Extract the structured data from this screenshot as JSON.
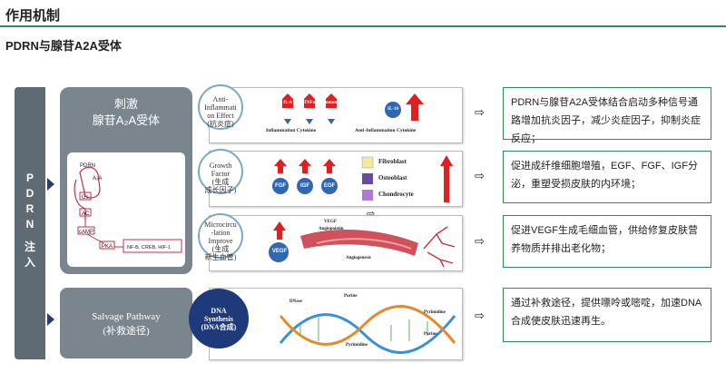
{
  "header": {
    "title": "作用机制",
    "subtitle": "PDRN与腺苷A2A受体"
  },
  "left_bar": {
    "label": "PDRN 注入",
    "chars": [
      "P",
      "D",
      "R",
      "N",
      "",
      "注",
      "入"
    ]
  },
  "receptor": {
    "title_line1": "刺激",
    "title_line2": "腺苷A₂A受体",
    "diagram": {
      "pdrn": "PDRN",
      "a2a": "A₂A",
      "gs": "Gs",
      "ac": "AC",
      "camp": "cAMP",
      "pka": "PKA",
      "factors": "NF-B, CREB, HIF-1"
    }
  },
  "salvage": {
    "line1": "Salvage Pathway",
    "line2": "(补救途径)"
  },
  "rows": {
    "anti": {
      "circle": [
        "Anti-",
        "Inflammati",
        "on Effect",
        "(抗炎症)"
      ],
      "cytokines": [
        "IL-6",
        "TNFα",
        "mmm"
      ],
      "il10": "IL-10",
      "label_left": "Inflammation Cytokine",
      "label_right": "Anti-Inflammation Cytokine"
    },
    "growth": {
      "circle": [
        "Growth",
        "Factor",
        "(生成",
        "成长因子)"
      ],
      "factors": [
        "FGF",
        "IGF",
        "EGF"
      ],
      "cells": [
        "Fibroblast",
        "Osteoblast",
        "Chondrocyte"
      ]
    },
    "micro": {
      "circle": [
        "Microcircu",
        "-lation",
        "Improve",
        "(生成",
        "新生血管)"
      ],
      "vegf": "VEGF",
      "labels": [
        "VEGF",
        "Angiopoietin",
        "Angiogenesis"
      ]
    },
    "dna": {
      "circle": [
        "DNA",
        "Synthesis",
        "(DNA合成)"
      ],
      "labels": [
        "DNase",
        "Purine",
        "Pyrimidine",
        "Pyrimidine",
        "Purine"
      ]
    }
  },
  "descriptions": [
    "PDRN与腺苷A2A受体结合启动多种信号通路增加抗炎因子，减少炎症因子，抑制炎症反应；",
    "促进成纤维细胞增殖，EGF、FGF、IGF分泌，重塑受损皮肤的内环境；",
    "促进VEGF生成毛细血管，供给修复皮肤营养物质并排出老化物；",
    "通过补救途径，提供嘌呤或嘧啶，加速DNA合成使皮肤迅速再生。"
  ],
  "arrow_glyph": "⇨",
  "colors": {
    "accent": "#2e8b57",
    "panel": "#7b858d",
    "bar": "#5f6b74",
    "red": "#e02020",
    "blue": "#2f67b3"
  }
}
